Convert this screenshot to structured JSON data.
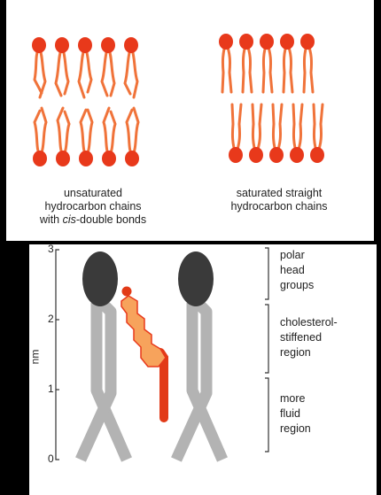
{
  "top_panel": {
    "left_caption": {
      "line1": "unsaturated",
      "line2": "hydrocarbon chains",
      "line3_prefix": "with ",
      "line3_italic": "cis",
      "line3_suffix": "-double bonds"
    },
    "right_caption": {
      "line1": "saturated straight",
      "line2": "hydrocarbon chains"
    }
  },
  "bottom_panel": {
    "axis_label": "nm",
    "ticks": [
      "0",
      "1",
      "2",
      "3"
    ],
    "regions": [
      {
        "lines": [
          "polar",
          "head",
          "groups"
        ]
      },
      {
        "lines": [
          "cholesterol-",
          "stiffened",
          "region"
        ]
      },
      {
        "lines": [
          "more",
          "fluid",
          "region"
        ]
      }
    ]
  },
  "colors": {
    "lipid_head": "#e8391b",
    "lipid_tail": "#f0733a",
    "phospholipid_head": "#3a3a3a",
    "phospholipid_tail": "#b3b3b3",
    "cholesterol_ring": "#f7a35c",
    "cholesterol_tail": "#e23a17"
  }
}
